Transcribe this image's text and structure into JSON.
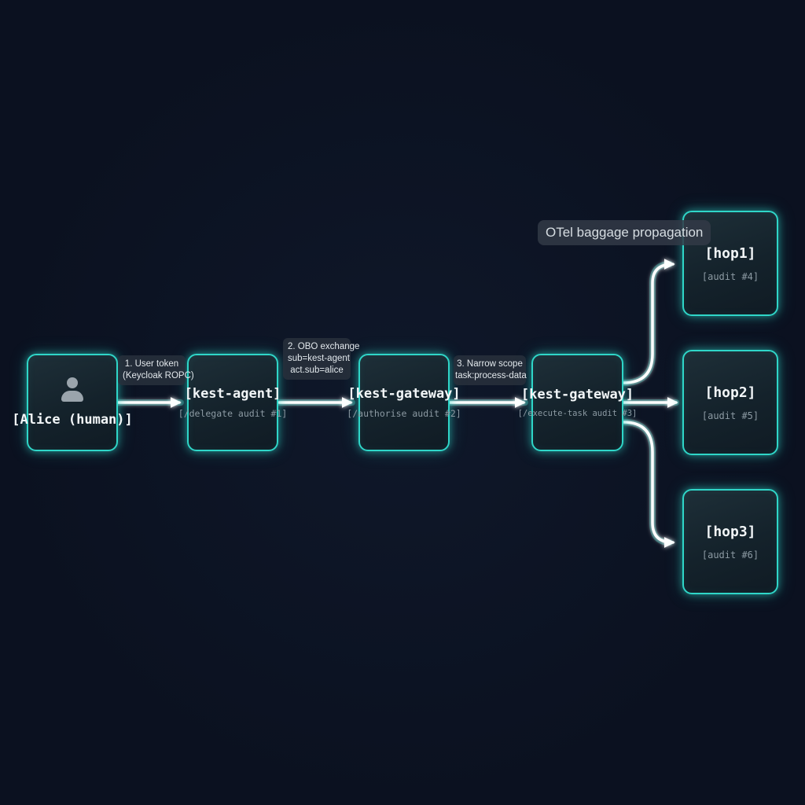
{
  "nodes": {
    "alice": {
      "title": "[Alice (human)]",
      "icon": "user-icon"
    },
    "agent": {
      "title": "[kest-agent]",
      "subtitle": "[/delegate audit #1]"
    },
    "gateway1": {
      "title": "[kest-gateway]",
      "subtitle": "[/authorise audit #2]"
    },
    "gateway2": {
      "title": "[kest-gateway]",
      "subtitle": "[/execute-task audit #3]"
    },
    "hop1": {
      "title": "[hop1]",
      "subtitle": "[audit #4]"
    },
    "hop2": {
      "title": "[hop2]",
      "subtitle": "[audit #5]"
    },
    "hop3": {
      "title": "[hop3]",
      "subtitle": "[audit #6]"
    }
  },
  "edges": {
    "user_token": {
      "lines": [
        "1. User token",
        "(Keycloak ROPC)"
      ]
    },
    "obo_exchange": {
      "lines": [
        "2. OBO exchange",
        "sub=kest-agent",
        "act.sub=alice"
      ]
    },
    "narrow_scope": {
      "lines": [
        "3. Narrow scope",
        "task:process-data"
      ]
    }
  },
  "otel_label": "OTel baggage propagation",
  "colors": {
    "node_border": "#2fd6c8",
    "arrow": "#ffffff",
    "arrow_glow": "#2fd6c8",
    "background": "#0b1120"
  }
}
